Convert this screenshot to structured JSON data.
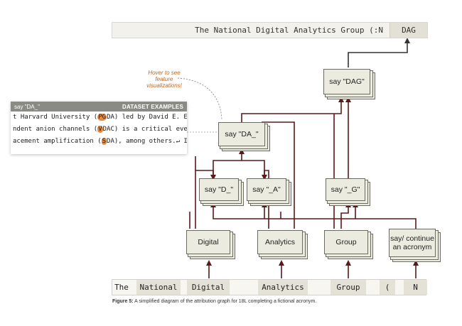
{
  "output_bar": {
    "text": "The National Digital Analytics Group (:N",
    "answer": "DAG"
  },
  "annotation": "Hover to see feature visualizations!",
  "panel": {
    "title": "say \"DA_\"",
    "label": "DATASET EXAMPLES",
    "rows": [
      {
        "pre": "t Harvard University (",
        "hl": "PG",
        "post": "DA) led by David E. E"
      },
      {
        "pre": "ndent anion channels (",
        "hl": "V",
        "post": "DAC) is a critical eve"
      },
      {
        "pre": "acement amplification (",
        "hl": "S",
        "post": "DA), among others.↵ Isc"
      }
    ]
  },
  "nodes": {
    "say_dag": "say \"DAG\"",
    "say_da": "say \"DA_\"",
    "say_d": "say \"D_\"",
    "say_a": "say \"_A\"",
    "say_g": "say \"_G\"",
    "digital": "Digital",
    "analytics": "Analytics",
    "group": "Group",
    "acronym": "say/ continue an acronym"
  },
  "tokens": [
    "The",
    "National",
    "Digital",
    "Analytics",
    "Group",
    "(",
    "N"
  ],
  "caption": {
    "label": "Figure 5:",
    "text": " A simplified diagram of the attribution graph for 18L completing a fictional acronym."
  }
}
